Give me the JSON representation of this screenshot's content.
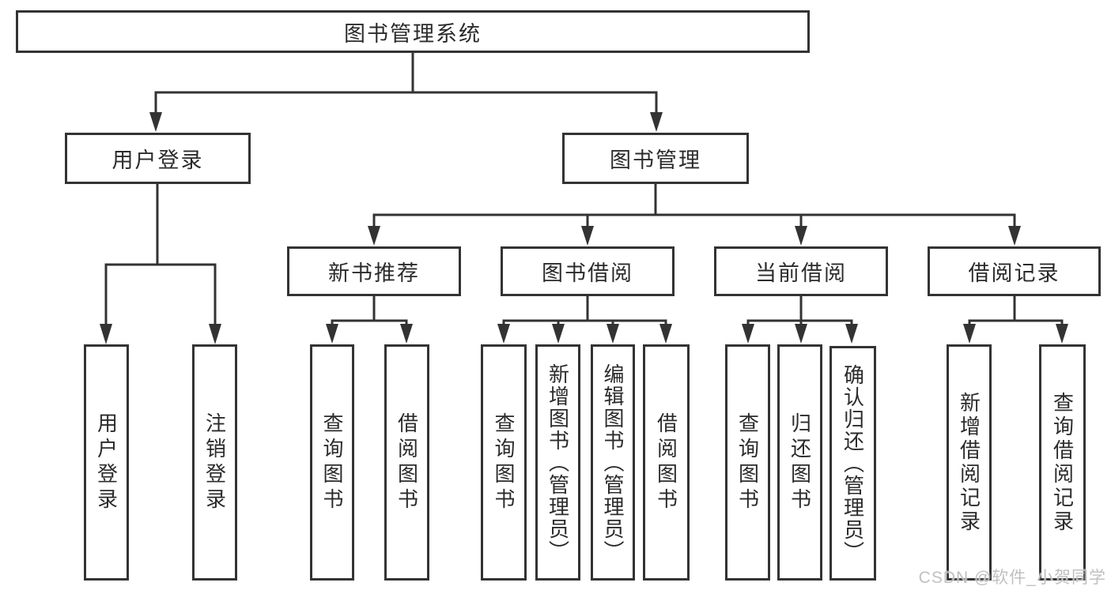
{
  "diagram_title": "图书管理系统",
  "colors": {
    "line": "#333333",
    "box_border": "#333333",
    "text": "#2b2b2b",
    "background": "#ffffff",
    "watermark": "#c0c0c0"
  },
  "nodes": {
    "root": {
      "label": "图书管理系统"
    },
    "user_login": {
      "label": "用户登录"
    },
    "book_management": {
      "label": "图书管理"
    },
    "new_book_rec": {
      "label": "新书推荐"
    },
    "book_borrow": {
      "label": "图书借阅"
    },
    "current_borrow": {
      "label": "当前借阅"
    },
    "borrow_records": {
      "label": "借阅记录"
    },
    "leaf_user_login": {
      "label": "用户登录"
    },
    "leaf_logout": {
      "label": "注销登录"
    },
    "leaf_query_books_rec": {
      "label": "查询图书"
    },
    "leaf_borrow_books_rec": {
      "label": "借阅图书"
    },
    "leaf_query_books_borrow": {
      "label": "查询图书"
    },
    "leaf_add_books": {
      "label": "新增图书（管理员）"
    },
    "leaf_edit_books": {
      "label": "编辑图书（管理员）"
    },
    "leaf_borrow_books_borrow": {
      "label": "借阅图书"
    },
    "leaf_query_books_current": {
      "label": "查询图书"
    },
    "leaf_return_books": {
      "label": "归还图书"
    },
    "leaf_confirm_return": {
      "label": "确认归还（管理员）"
    },
    "leaf_add_borrow_record": {
      "label": "新增借阅记录"
    },
    "leaf_query_borrow_record": {
      "label": "查询借阅记录"
    }
  },
  "tree": {
    "图书管理系统": {
      "用户登录": [
        "用户登录",
        "注销登录"
      ],
      "图书管理": {
        "新书推荐": [
          "查询图书",
          "借阅图书"
        ],
        "图书借阅": [
          "查询图书",
          "新增图书（管理员）",
          "编辑图书（管理员）",
          "借阅图书"
        ],
        "当前借阅": [
          "查询图书",
          "归还图书",
          "确认归还（管理员）"
        ],
        "借阅记录": [
          "新增借阅记录",
          "查询借阅记录"
        ]
      }
    }
  },
  "watermark": {
    "text": "CSDN @软件_小贺同学"
  }
}
